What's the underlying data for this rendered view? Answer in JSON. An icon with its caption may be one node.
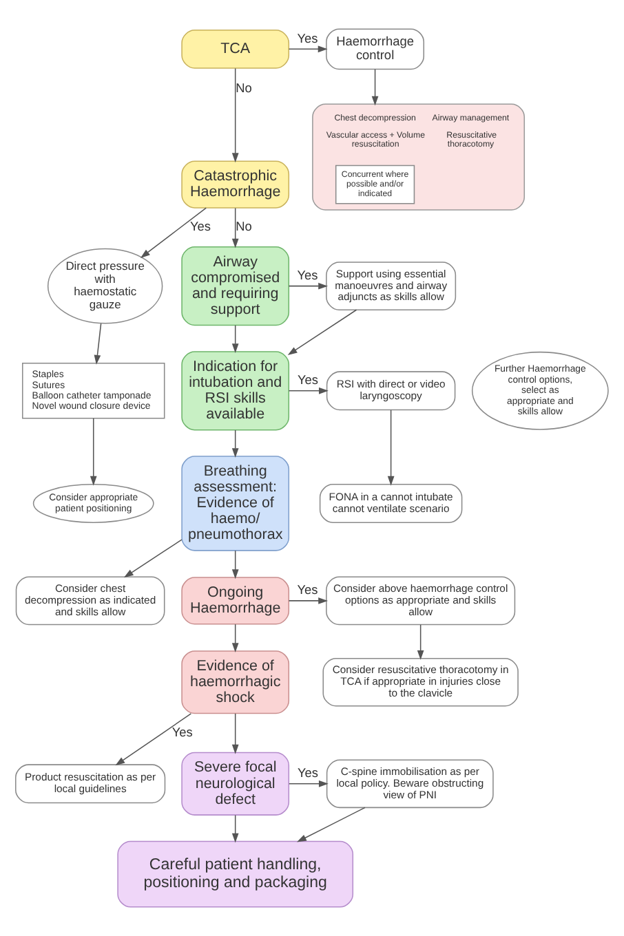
{
  "diagram": {
    "nodes": [
      {
        "text": [
          "TCA"
        ]
      },
      {
        "text": [
          "Haemorrhage control"
        ]
      },
      {
        "text": [
          "Chest decompression",
          "Airway management",
          "Vascular access + Volume resuscitation",
          "Resuscitative thoracotomy"
        ]
      },
      {
        "text": [
          "Concurrent where possible and/or indicated"
        ],
        "in": 2
      },
      {
        "text": [
          "Catastrophic Haemorrhage"
        ]
      },
      {
        "text": [
          "Direct pressure with haemostatic gauze"
        ]
      },
      {
        "text": [
          "Further Haemorrhage control options, select as appropriate and skills allow"
        ]
      },
      {
        "text": [
          "Staples",
          "Sutures",
          "Balloon catheter tamponade",
          "Novel wound closure device"
        ]
      },
      {
        "text": [
          "Consider appropriate patient positioning"
        ]
      },
      {
        "text": [
          "Airway compromised and requiring support"
        ]
      },
      {
        "text": [
          "Support using essential manoeuvres and airway adjuncts as skills allow"
        ]
      },
      {
        "text": [
          "Indication for intubation and RSI skills available"
        ]
      },
      {
        "text": [
          "RSI with direct or video laryngoscopy"
        ]
      },
      {
        "text": [
          "FONA in a cannot intubate cannot ventilate scenario"
        ]
      },
      {
        "text": [
          "Breathing assessment: Evidence of haemo/ pneumothorax"
        ]
      },
      {
        "text": [
          "Consider chest decompression as indicated and skills allow"
        ]
      },
      {
        "text": [
          "Ongoing Haemorrhage"
        ]
      },
      {
        "text": [
          "Consider above haemorrhage control options as appropriate and skills allow"
        ]
      },
      {
        "text": [
          "Consider resuscitative thoracotomy in TCA if appropriate in injuries close to the clavicle"
        ]
      },
      {
        "text": [
          "Evidence of haemorrhagic shock"
        ]
      },
      {
        "text": [
          "Product resuscitation as per local guidelines"
        ]
      },
      {
        "text": [
          "Severe focal neurological defect"
        ]
      },
      {
        "text": [
          "C-spine immobilisation as per local policy. Beware obstructing view of PNI"
        ]
      },
      {
        "text": [
          "Careful patient handling, positioning and packaging"
        ]
      }
    ],
    "edges": [
      {
        "from": 0,
        "to": 1,
        "arrow": "to",
        "label": "Yes"
      },
      {
        "from": 1,
        "to": 2,
        "arrow": "to"
      },
      {
        "from": 0,
        "to": 4,
        "arrow": "to",
        "label": "No"
      },
      {
        "from": 4,
        "to": 5,
        "arrow": "to",
        "label": "Yes"
      },
      {
        "from": 5,
        "to": 7,
        "arrow": "to"
      },
      {
        "from": 7,
        "to": 8,
        "arrow": "to"
      },
      {
        "from": 4,
        "to": 9,
        "arrow": "to",
        "label": "No"
      },
      {
        "from": 9,
        "to": 10,
        "arrow": "to",
        "label": "Yes"
      },
      {
        "from": 9,
        "to": 11,
        "arrow": "to"
      },
      {
        "from": 10,
        "to": 11,
        "arrow": "to"
      },
      {
        "from": 11,
        "to": 12,
        "arrow": "to",
        "label": "Yes"
      },
      {
        "from": 12,
        "to": 13,
        "arrow": "to"
      },
      {
        "from": 11,
        "to": 14,
        "arrow": "to"
      },
      {
        "from": 14,
        "to": 15,
        "arrow": "to"
      },
      {
        "from": 14,
        "to": 16,
        "arrow": "to"
      },
      {
        "from": 16,
        "to": 17,
        "arrow": "to",
        "label": "Yes"
      },
      {
        "from": 17,
        "to": 18,
        "arrow": "to"
      },
      {
        "from": 16,
        "to": 19,
        "arrow": "to"
      },
      {
        "from": 19,
        "to": 20,
        "arrow": "to",
        "label": "Yes"
      },
      {
        "from": 19,
        "to": 21,
        "arrow": "to"
      },
      {
        "from": 21,
        "to": 22,
        "arrow": "to",
        "label": "Yes"
      },
      {
        "from": 21,
        "to": 23,
        "arrow": "to"
      },
      {
        "from": 22,
        "to": 23,
        "arrow": "to"
      }
    ]
  }
}
